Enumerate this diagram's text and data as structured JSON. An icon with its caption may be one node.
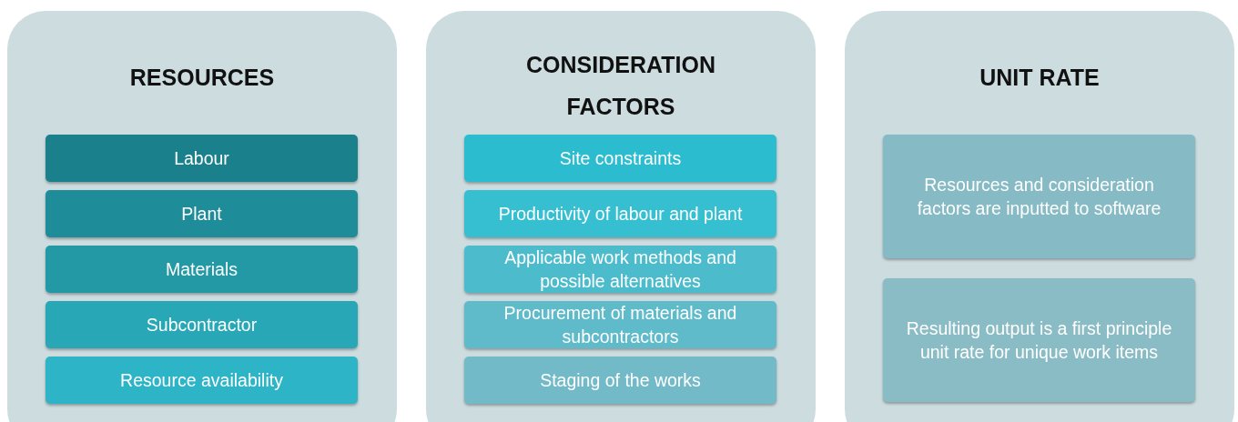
{
  "diagram": {
    "nodes": [
      {
        "text": [
          "RESOURCES"
        ]
      },
      {
        "text": [
          "Labour"
        ],
        "in": 0
      },
      {
        "text": [
          "Plant"
        ],
        "in": 0
      },
      {
        "text": [
          "Materials"
        ],
        "in": 0
      },
      {
        "text": [
          "Subcontractor"
        ],
        "in": 0
      },
      {
        "text": [
          "Resource availability"
        ],
        "in": 0
      },
      {
        "text": [
          "CONSIDERATION FACTORS"
        ]
      },
      {
        "text": [
          "Site constraints"
        ],
        "in": 6
      },
      {
        "text": [
          "Productivity of labour and plant"
        ],
        "in": 6
      },
      {
        "text": [
          "Applicable work methods and possible alternatives"
        ],
        "in": 6
      },
      {
        "text": [
          "Procurement of materials and subcontractors"
        ],
        "in": 6
      },
      {
        "text": [
          "Staging of the works"
        ],
        "in": 6
      },
      {
        "text": [
          "UNIT RATE"
        ]
      },
      {
        "text": [
          "Resources and consideration factors are inputted to software"
        ],
        "in": 12
      },
      {
        "text": [
          "Resulting output is a first principle unit rate for unique work items"
        ],
        "in": 12
      }
    ],
    "edges": []
  }
}
